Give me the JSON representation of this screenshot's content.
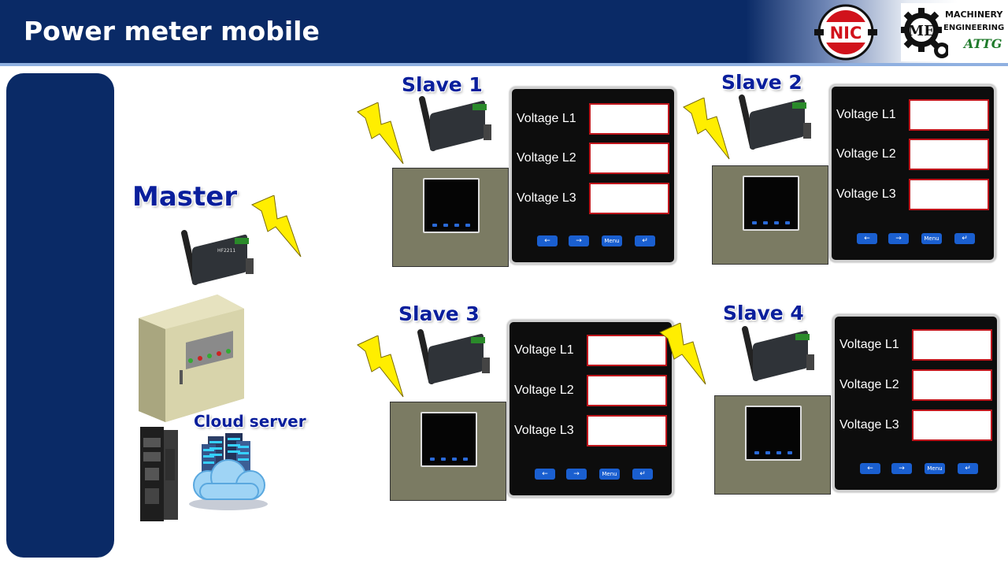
{
  "header": {
    "title": "Power meter mobile",
    "logo_nic": "NIC",
    "logo_me": "ME",
    "logo_me_line1": "MACHINERY",
    "logo_me_line2": "ENGINEERING",
    "logo_attg": "ATTG"
  },
  "master": {
    "label": "Master",
    "cloud_label": "Cloud server"
  },
  "device": {
    "model": "HF2211"
  },
  "slaves": [
    {
      "label": "Slave 1"
    },
    {
      "label": "Slave 2"
    },
    {
      "label": "Slave 3"
    },
    {
      "label": "Slave 4"
    }
  ],
  "meter": {
    "rows": [
      "Voltage L1",
      "Voltage L2",
      "Voltage L3"
    ],
    "buttons": [
      "←",
      "→",
      "Menu",
      "↵"
    ]
  },
  "colors": {
    "header_bg": "#0a2a66",
    "label_blue": "#0a1f9c",
    "bolt": "#ffee00",
    "value_border": "#c0161c"
  }
}
